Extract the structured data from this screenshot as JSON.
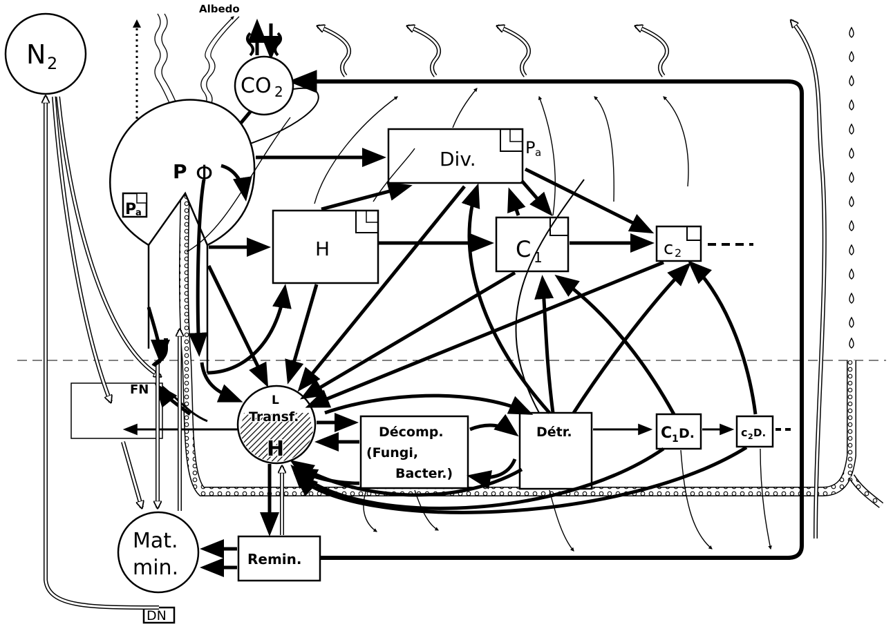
{
  "labels": {
    "albedo": "Albedo",
    "n2": "N",
    "n2_sub": "2",
    "co2": "CO",
    "co2_sub": "2",
    "p": "P",
    "phi": "Φ",
    "pa": "P",
    "pa_sub": "a",
    "div": "Div.",
    "h": "H",
    "c1": "C",
    "c1_sub": "1",
    "c2": "c",
    "c2_sub": "2",
    "fn": "FN",
    "transf_l": "L",
    "transf": "Transf.",
    "transf_h": "H",
    "decomp_1": "Décomp.",
    "decomp_2": "(Fungi,",
    "decomp_3": "Bacter.)",
    "detr": "Détr.",
    "c1d": "C",
    "c1d_sub": "1",
    "c1d_d": "D.",
    "c2d": "c",
    "c2d_sub": "2",
    "c2d_d": "D.",
    "remin": "Remin.",
    "matmin_1": "Mat.",
    "matmin_2": "min.",
    "dn": "DN"
  }
}
